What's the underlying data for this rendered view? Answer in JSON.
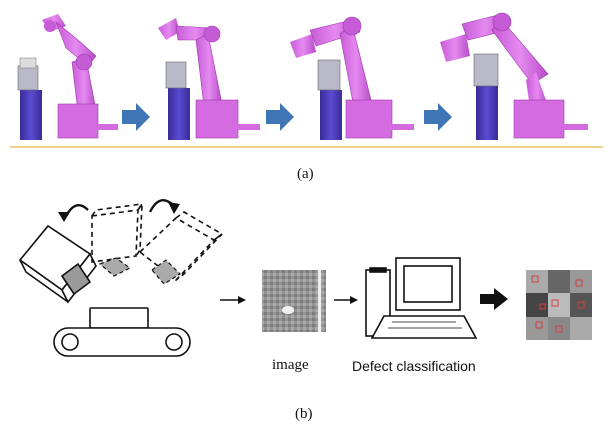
{
  "panel_a": {
    "caption": "(a)",
    "colors": {
      "robot": "#d46be0",
      "robot_dark": "#9a3aa8",
      "pedestal": "#4b3bb0",
      "arrow": "#3f74b5",
      "divider": "#e8b84a"
    }
  },
  "panel_b": {
    "caption": "(b)",
    "image_label": "image",
    "classification_label": "Defect classification"
  }
}
